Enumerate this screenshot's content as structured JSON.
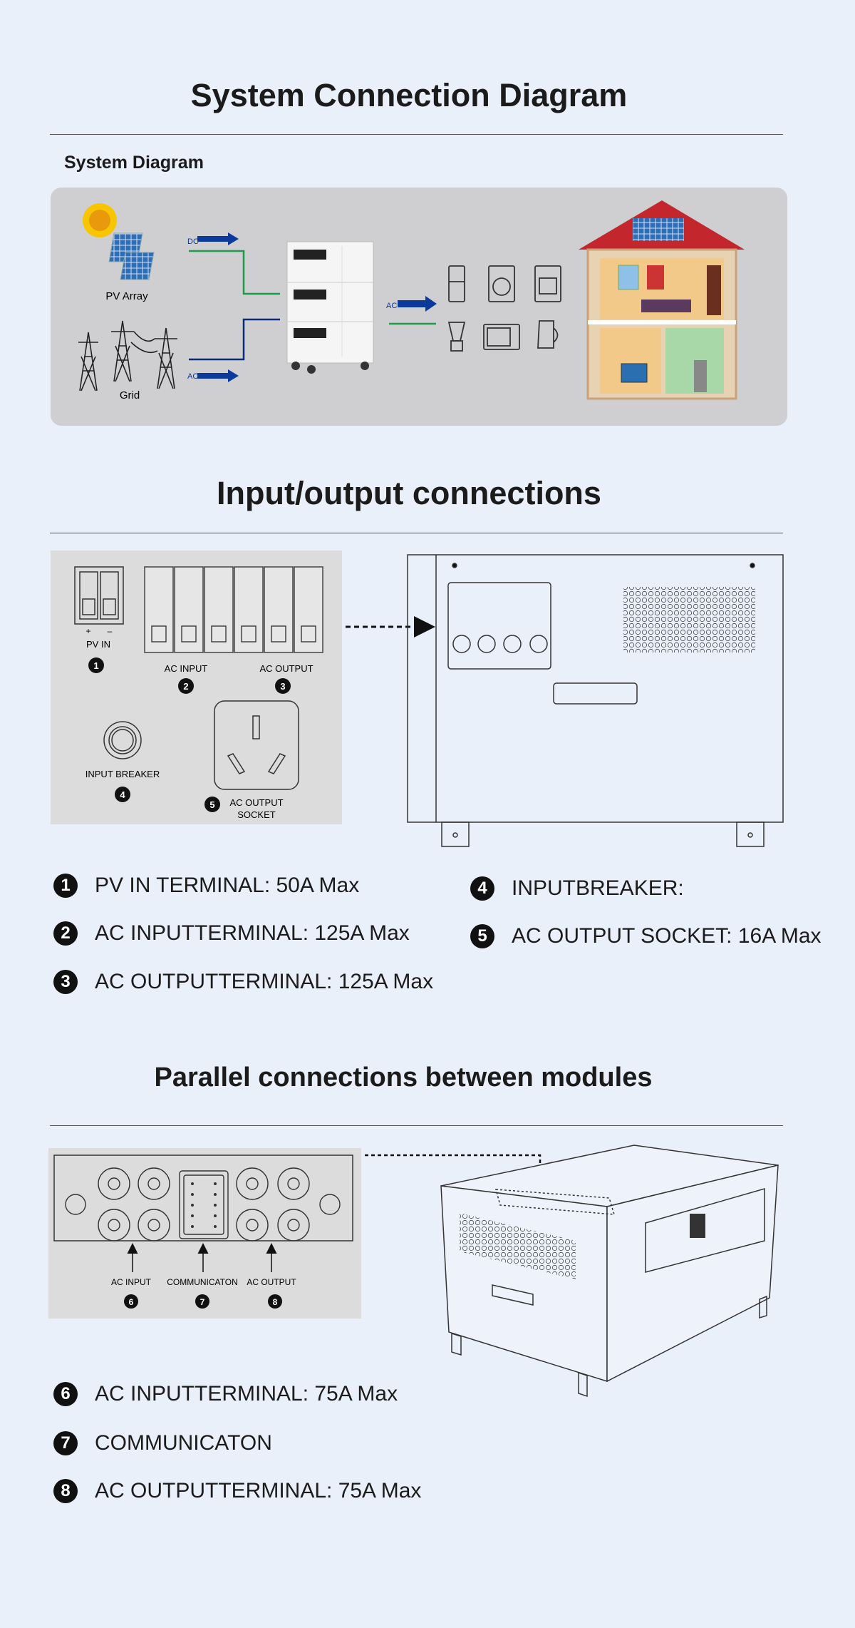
{
  "sections": {
    "system": {
      "title": "System Connection Diagram",
      "subtitle": "System Diagram",
      "labels": {
        "pv_array": "PV Array",
        "grid": "Grid",
        "dc": "DC",
        "ac_in": "AC",
        "ac_out": "AC"
      }
    },
    "io": {
      "title": "Input/output connections",
      "panel_labels": {
        "pv_in": "PV IN",
        "plus": "+",
        "minus": "–",
        "ac_input": "AC INPUT",
        "ac_output": "AC OUTPUT",
        "input_breaker": "INPUT BREAKER",
        "ac_output_socket_1": "AC OUTPUT",
        "ac_output_socket_2": "SOCKET"
      },
      "legend": [
        {
          "num": "1",
          "text": "PV IN TERMINAL: 50A Max"
        },
        {
          "num": "2",
          "text": "AC INPUTTERMINAL: 125A Max"
        },
        {
          "num": "3",
          "text": "AC OUTPUTTERMINAL: 125A Max"
        },
        {
          "num": "4",
          "text": "INPUTBREAKER:"
        },
        {
          "num": "5",
          "text": "AC OUTPUT SOCKET: 16A Max"
        }
      ]
    },
    "parallel": {
      "title": "Parallel connections between modules",
      "panel_labels": {
        "ac_input": "AC INPUT",
        "communication": "COMMUNICATON",
        "ac_output": "AC OUTPUT"
      },
      "legend": [
        {
          "num": "6",
          "text": "AC INPUTTERMINAL: 75A Max"
        },
        {
          "num": "7",
          "text": "COMMUNICATON"
        },
        {
          "num": "8",
          "text": "AC OUTPUTTERMINAL: 75A Max"
        }
      ]
    }
  },
  "colors": {
    "background": "#e9f0fa",
    "diagram_box": "#cfcfd2",
    "panel": "#dcdcdc",
    "arrow_blue": "#0b3a9a",
    "line_green": "#1f9a4a",
    "roof_red": "#c4262e"
  }
}
